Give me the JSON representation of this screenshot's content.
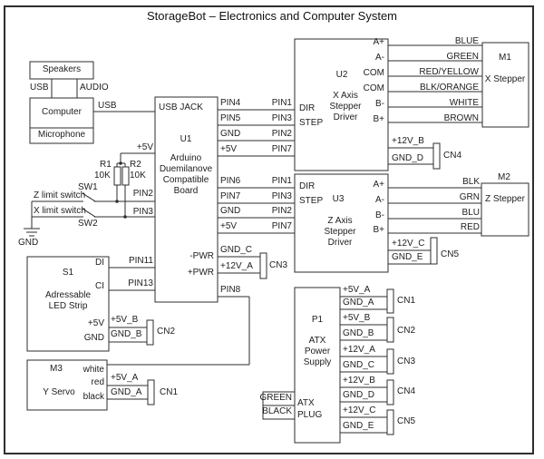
{
  "title": "StorageBot – Electronics and Computer System",
  "computer_group": {
    "speakers": "Speakers",
    "usb_port": "USB",
    "audio_port": "AUDIO",
    "computer": "Computer",
    "microphone": "Microphone",
    "usb_cable": "USB"
  },
  "arduino": {
    "jack": "USB JACK",
    "ref": "U1",
    "name_lines": [
      "Arduino",
      "Duemilanove",
      "Compatible",
      "Board"
    ],
    "left": {
      "v5": "+5V",
      "pin2": "PIN2",
      "pin3": "PIN3",
      "pin11": "PIN11",
      "pin13": "PIN13"
    },
    "right_upper": [
      "PIN4",
      "PIN5",
      "GND",
      "+5V"
    ],
    "right_lower": [
      "PIN6",
      "PIN7",
      "GND",
      "+5V"
    ],
    "pwr_neg": "-PWR",
    "pwr_pos": "+PWR",
    "pin8": "PIN8"
  },
  "limit_circuit": {
    "r1": "R1",
    "r1_val": "10K",
    "r2": "R2",
    "r2_val": "10K",
    "sw1": "SW1",
    "sw2": "SW2",
    "z_switch": "Z limit switch",
    "x_switch": "X limit switch",
    "gnd": "GND"
  },
  "cn3": {
    "wires": [
      "GND_C",
      "+12V_A"
    ],
    "cn": "CN3"
  },
  "u2": {
    "ref": "U2",
    "name_lines": [
      "X Axis",
      "Stepper",
      "Driver"
    ],
    "dir": "DIR",
    "step": "STEP",
    "in_pins": [
      "PIN1",
      "PIN3",
      "PIN2",
      "PIN7"
    ],
    "out_pins": [
      "A+",
      "A-",
      "COM",
      "COM",
      "B-",
      "B+"
    ],
    "wire_colors": [
      "BLUE",
      "GREEN",
      "RED/YELLOW",
      "BLK/ORANGE",
      "WHITE",
      "BROWN"
    ],
    "pwr": [
      "+12V_B",
      "GND_D"
    ],
    "cn": "CN4"
  },
  "u3": {
    "ref": "U3",
    "name_lines": [
      "Z Axis",
      "Stepper",
      "Driver"
    ],
    "dir": "DIR",
    "step": "STEP",
    "in_pins": [
      "PIN1",
      "PIN3",
      "PIN2",
      "PIN7"
    ],
    "out_pins": [
      "A+",
      "A-",
      "B-",
      "B+"
    ],
    "wire_colors": [
      "BLK",
      "GRN",
      "BLU",
      "RED"
    ],
    "pwr": [
      "+12V_C",
      "GND_E"
    ],
    "cn": "CN5"
  },
  "m1": {
    "ref": "M1",
    "name": "X Stepper"
  },
  "m2": {
    "ref": "M2",
    "name": "Z Stepper"
  },
  "s1": {
    "ref": "S1",
    "name_lines": [
      "Adressable",
      "LED Strip"
    ],
    "di": "DI",
    "ci": "CI",
    "v5": "+5V",
    "gnd": "GND",
    "wires": [
      "+5V_B",
      "GND_B"
    ],
    "cn": "CN2"
  },
  "m3": {
    "ref": "M3",
    "name": "Y Servo",
    "lead_colors": [
      "white",
      "red",
      "black"
    ],
    "wires": [
      "+5V_A",
      "GND_A"
    ],
    "cn": "CN1"
  },
  "p1": {
    "ref": "P1",
    "name_lines": [
      "ATX",
      "Power",
      "Supply"
    ],
    "plug_lines": [
      "ATX",
      "PLUG"
    ],
    "plug_wires": [
      "GREEN",
      "BLACK"
    ],
    "outputs": [
      {
        "pos": "+5V_A",
        "neg": "GND_A",
        "cn": "CN1"
      },
      {
        "pos": "+5V_B",
        "neg": "GND_B",
        "cn": "CN2"
      },
      {
        "pos": "+12V_A",
        "neg": "GND_C",
        "cn": "CN3"
      },
      {
        "pos": "+12V_B",
        "neg": "GND_D",
        "cn": "CN4"
      },
      {
        "pos": "+12V_C",
        "neg": "GND_E",
        "cn": "CN5"
      }
    ]
  }
}
